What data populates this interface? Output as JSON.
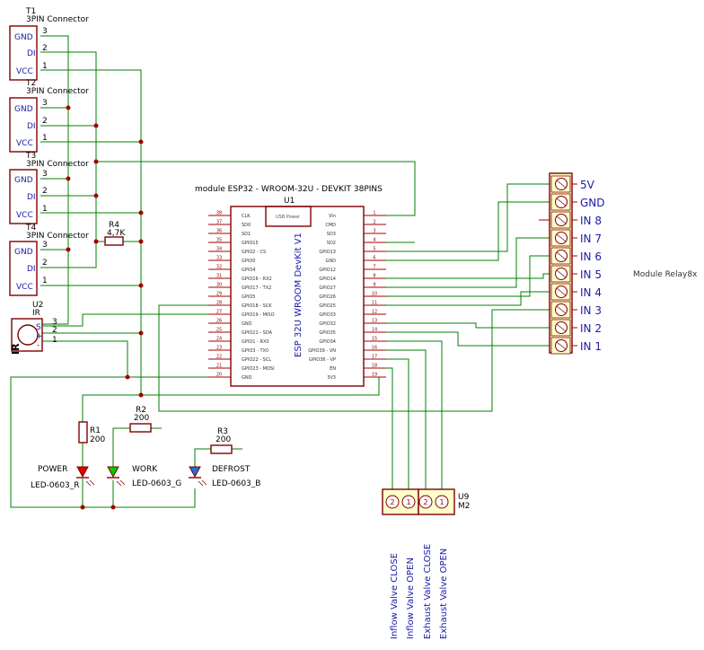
{
  "connectors": [
    {
      "ref": "T1",
      "type": "3PIN Connector",
      "pins": [
        {
          "name": "GND",
          "num": "3"
        },
        {
          "name": "DI",
          "num": "2"
        },
        {
          "name": "VCC",
          "num": "1"
        }
      ]
    },
    {
      "ref": "T2",
      "type": "3PIN Connector",
      "pins": [
        {
          "name": "GND",
          "num": "3"
        },
        {
          "name": "DI",
          "num": "2"
        },
        {
          "name": "VCC",
          "num": "1"
        }
      ]
    },
    {
      "ref": "T3",
      "type": "3PIN Connector",
      "pins": [
        {
          "name": "GND",
          "num": "3"
        },
        {
          "name": "DI",
          "num": "2"
        },
        {
          "name": "VCC",
          "num": "1"
        }
      ]
    },
    {
      "ref": "T4",
      "type": "3PIN Connector",
      "pins": [
        {
          "name": "GND",
          "num": "3"
        },
        {
          "name": "DI",
          "num": "2"
        },
        {
          "name": "VCC",
          "num": "1"
        }
      ]
    }
  ],
  "ir": {
    "ref": "U2",
    "value": "IR",
    "body_label": "IR",
    "pins": [
      {
        "name": "S",
        "num": "3"
      },
      {
        "name": "+",
        "num": "2"
      },
      {
        "name": "-",
        "num": "1"
      }
    ]
  },
  "resistors": [
    {
      "ref": "R4",
      "value": "4,7K"
    },
    {
      "ref": "R1",
      "value": "200"
    },
    {
      "ref": "R2",
      "value": "200"
    },
    {
      "ref": "R3",
      "value": "200"
    }
  ],
  "leds": [
    {
      "label": "POWER",
      "part": "LED-0603_R",
      "color": "#e00000"
    },
    {
      "label": "WORK",
      "part": "LED-0603_G",
      "color": "#00cc00"
    },
    {
      "label": "DEFROST",
      "part": "LED-0603_B",
      "color": "#1f6fd6"
    }
  ],
  "esp": {
    "title": "module ESP32 - WROOM-32U - DEVKIT 38PINS",
    "ref": "U1",
    "center_label": "ESP 32U WROOM DevKit V1",
    "usb_label": "USB Power",
    "left_pins": [
      {
        "num": "38",
        "name": "CLK"
      },
      {
        "num": "37",
        "name": "SD0"
      },
      {
        "num": "36",
        "name": "SD1"
      },
      {
        "num": "35",
        "name": "GPIO15"
      },
      {
        "num": "34",
        "name": "GPIO2 - CS"
      },
      {
        "num": "33",
        "name": "GPIO0"
      },
      {
        "num": "32",
        "name": "GPIO4"
      },
      {
        "num": "31",
        "name": "GPIO16 - RX2"
      },
      {
        "num": "30",
        "name": "GPIO17 - TX2"
      },
      {
        "num": "29",
        "name": "GPIO5"
      },
      {
        "num": "28",
        "name": "GPIO18 - SCK"
      },
      {
        "num": "27",
        "name": "GPIO19 - MISO"
      },
      {
        "num": "26",
        "name": "GND"
      },
      {
        "num": "25",
        "name": "GPIO21 - SDA"
      },
      {
        "num": "24",
        "name": "GPIO1 - RX0"
      },
      {
        "num": "23",
        "name": "GPIO3 - TX0"
      },
      {
        "num": "22",
        "name": "GPIO22 - SCL"
      },
      {
        "num": "21",
        "name": "GPIO23 - MOSI"
      },
      {
        "num": "20",
        "name": "GND"
      }
    ],
    "right_pins": [
      {
        "num": "1",
        "name": "Vin"
      },
      {
        "num": "2",
        "name": "CMD"
      },
      {
        "num": "3",
        "name": "SD3"
      },
      {
        "num": "4",
        "name": "SD2"
      },
      {
        "num": "5",
        "name": "GPIO13"
      },
      {
        "num": "6",
        "name": "GND"
      },
      {
        "num": "7",
        "name": "GPIO12"
      },
      {
        "num": "8",
        "name": "GPIO14"
      },
      {
        "num": "9",
        "name": "GPIO27"
      },
      {
        "num": "10",
        "name": "GPIO26"
      },
      {
        "num": "11",
        "name": "GPIO25"
      },
      {
        "num": "12",
        "name": "GPIO33"
      },
      {
        "num": "13",
        "name": "GPIO32"
      },
      {
        "num": "14",
        "name": "GPIO35"
      },
      {
        "num": "15",
        "name": "GPIO34"
      },
      {
        "num": "16",
        "name": "GPIO39 - VN"
      },
      {
        "num": "17",
        "name": "GPIO36 - VP"
      },
      {
        "num": "18",
        "name": "EN"
      },
      {
        "num": "19",
        "name": "3V3"
      }
    ]
  },
  "relay": {
    "name": "Module Relay8x",
    "pins": [
      "5V",
      "GND",
      "IN 8",
      "IN 7",
      "IN 6",
      "IN 5",
      "IN 4",
      "IN 3",
      "IN 2",
      "IN 1"
    ]
  },
  "valve": {
    "ref": "U9",
    "value": "M2",
    "terminal_nums": [
      "2",
      "1",
      "2",
      "1"
    ],
    "labels": [
      "Inflow Valve CLOSE",
      "Inflow Valve OPEN",
      "Exhaust Valve CLOSE",
      "Exhaust Valve OPEN"
    ]
  }
}
